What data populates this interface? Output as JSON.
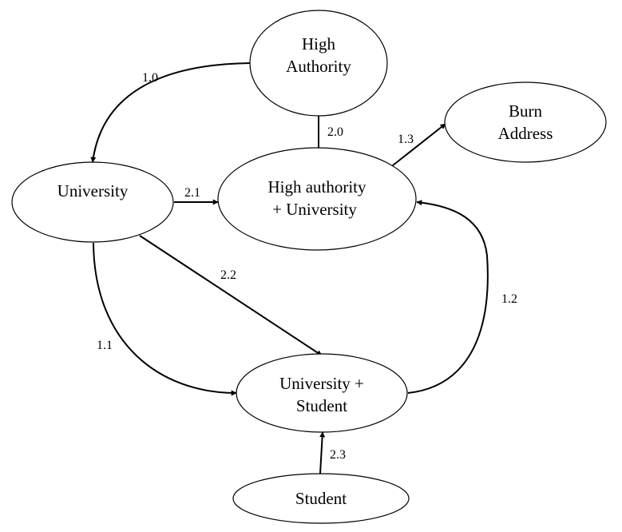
{
  "nodes": {
    "high_authority": {
      "lines": [
        "High",
        "Authority"
      ]
    },
    "university": {
      "lines": [
        "University"
      ]
    },
    "burn_address": {
      "lines": [
        "Burn",
        "Address"
      ]
    },
    "ha_university": {
      "lines": [
        "High authority",
        "+ University"
      ]
    },
    "university_student": {
      "lines": [
        "University +",
        "Student"
      ]
    },
    "student": {
      "lines": [
        "Student"
      ]
    }
  },
  "edges": {
    "e10": "1.0",
    "e11": "1.1",
    "e12": "1.2",
    "e13": "1.3",
    "e20": "2.0",
    "e21": "2.1",
    "e22": "2.2",
    "e23": "2.3"
  },
  "colors": {
    "stroke": "#000000",
    "background": "#ffffff"
  }
}
